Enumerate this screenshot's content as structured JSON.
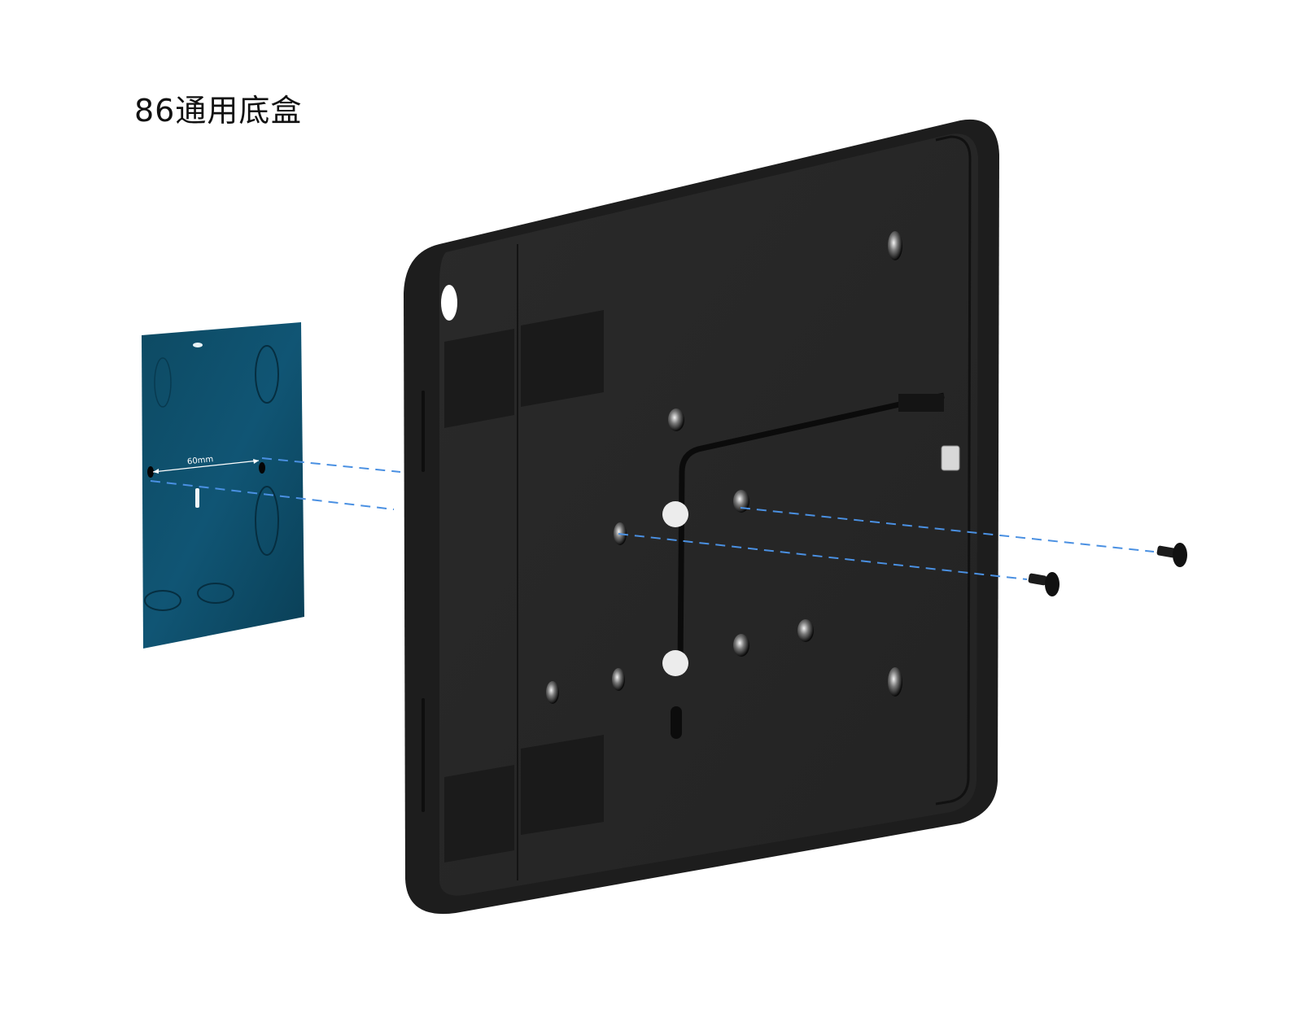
{
  "title": "86通用底盒",
  "junction_box": {
    "label": "86 junction box",
    "dimension_label": "60mm",
    "color": "#0f4e68"
  },
  "bracket": {
    "label": "wall mount back plate",
    "color": "#262626"
  },
  "screws": [
    {
      "label": "countersunk screw 1"
    },
    {
      "label": "countersunk screw 2"
    }
  ],
  "guide_line_color": "#4a90e2"
}
